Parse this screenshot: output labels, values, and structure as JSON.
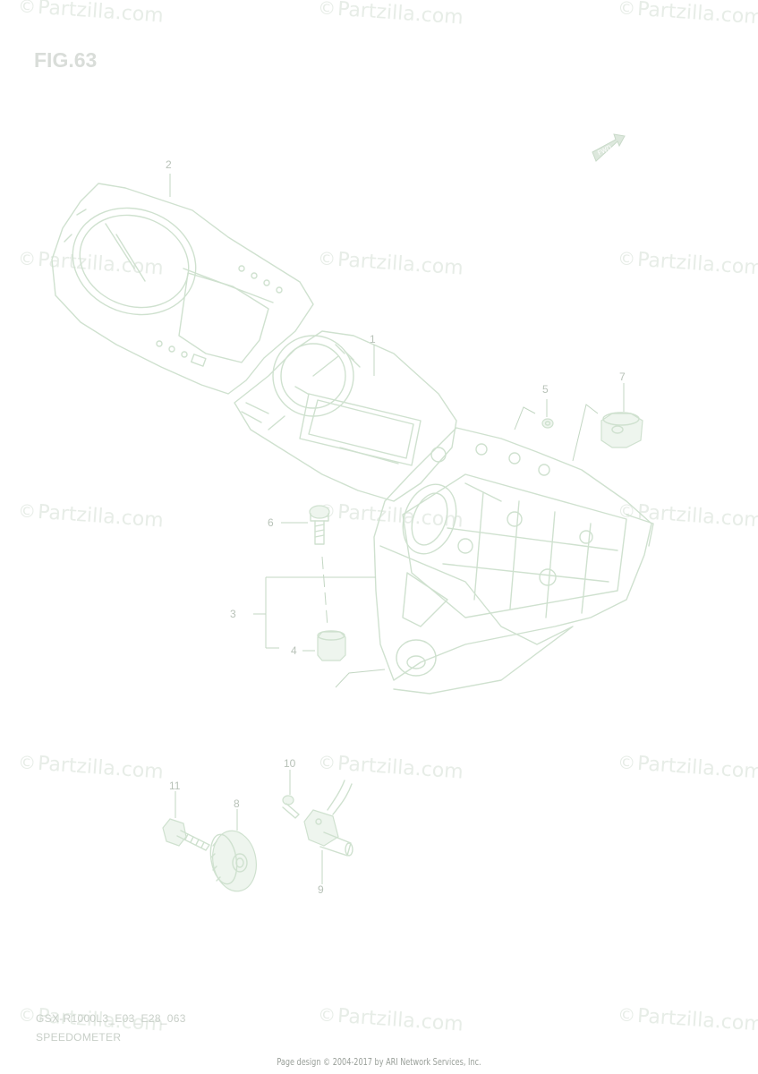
{
  "figure": {
    "label": "FIG.63"
  },
  "watermark": {
    "text": "Partzilla.com",
    "symbol": "©"
  },
  "callouts": [
    "1",
    "2",
    "3",
    "4",
    "5",
    "6",
    "7",
    "8",
    "9",
    "10",
    "11"
  ],
  "arrow_badge": {
    "text": "FWD"
  },
  "caption": {
    "model": "GSX-R1000L3_E03_E28_063",
    "title": "SPEEDOMETER"
  },
  "footer": {
    "text": "Page design © 2004-2017 by ARI Network Services, Inc."
  }
}
